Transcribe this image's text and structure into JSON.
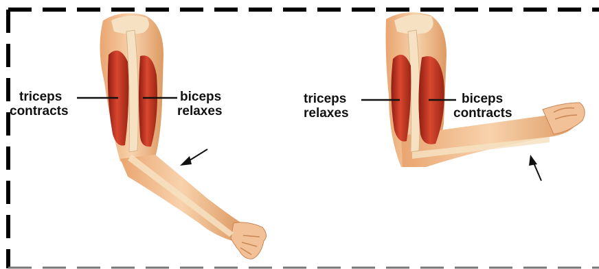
{
  "panels": [
    {
      "id": "extended",
      "left_label": {
        "line1": "triceps",
        "line2": "contracts"
      },
      "right_label": {
        "line1": "biceps",
        "line2": "relaxes"
      }
    },
    {
      "id": "flexed",
      "left_label": {
        "line1": "triceps",
        "line2": "relaxes"
      },
      "right_label": {
        "line1": "biceps",
        "line2": "contracts"
      }
    }
  ],
  "colors": {
    "border": "#000000",
    "skin": "#f4c49a",
    "skin_shadow": "#d9935e",
    "muscle": "#c83a26",
    "muscle_dark": "#8f1d12",
    "bone": "#f6e2c2"
  }
}
